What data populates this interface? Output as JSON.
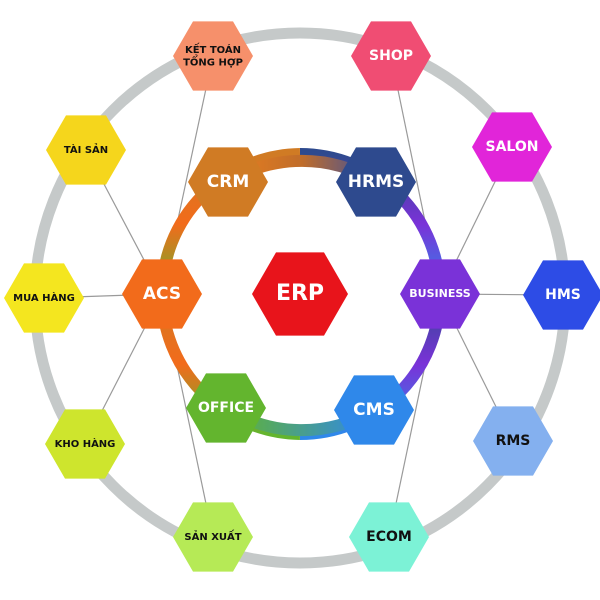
{
  "center": {
    "id": "erp",
    "label": "ERP",
    "color": "#e8141b"
  },
  "inner_nodes": [
    {
      "id": "crm",
      "label": "CRM",
      "color": "#d07b24"
    },
    {
      "id": "hrms",
      "label": "HRMS",
      "color": "#2e4a8e"
    },
    {
      "id": "business",
      "label": "BUSINESS",
      "color": "#7a32d8"
    },
    {
      "id": "cms",
      "label": "CMS",
      "color": "#2f88ea"
    },
    {
      "id": "office",
      "label": "OFFICE",
      "color": "#63b52e"
    },
    {
      "id": "acs",
      "label": "ACS",
      "color": "#f26b1b"
    }
  ],
  "outer_nodes": [
    {
      "id": "ket-toan",
      "label": "KẾT TOÁN\nTỔNG HỢP",
      "color": "#f6906b",
      "dark": true,
      "hub": "acs"
    },
    {
      "id": "shop",
      "label": "SHOP",
      "color": "#f04d73",
      "dark": false,
      "hub": "business"
    },
    {
      "id": "tai-san",
      "label": "TÀI SẢN",
      "color": "#f5d61c",
      "dark": true,
      "hub": "acs"
    },
    {
      "id": "salon",
      "label": "SALON",
      "color": "#e125d9",
      "dark": false,
      "hub": "business"
    },
    {
      "id": "mua-hang",
      "label": "MUA HÀNG",
      "color": "#f4e61f",
      "dark": true,
      "hub": "acs"
    },
    {
      "id": "hms",
      "label": "HMS",
      "color": "#2d4ce6",
      "dark": false,
      "hub": "business"
    },
    {
      "id": "kho-hang",
      "label": "KHO HÀNG",
      "color": "#cee52d",
      "dark": true,
      "hub": "acs"
    },
    {
      "id": "rms",
      "label": "RMS",
      "color": "#84b0ef",
      "dark": true,
      "hub": "business"
    },
    {
      "id": "san-xuat",
      "label": "SẢN XUẤT",
      "color": "#b6ea56",
      "dark": true,
      "hub": "acs"
    },
    {
      "id": "ecom",
      "label": "ECOM",
      "color": "#7cf2d6",
      "dark": true,
      "hub": "business"
    }
  ],
  "colors": {
    "outer_ring": "#c5c9c9",
    "spoke": "#9a9a9a"
  }
}
